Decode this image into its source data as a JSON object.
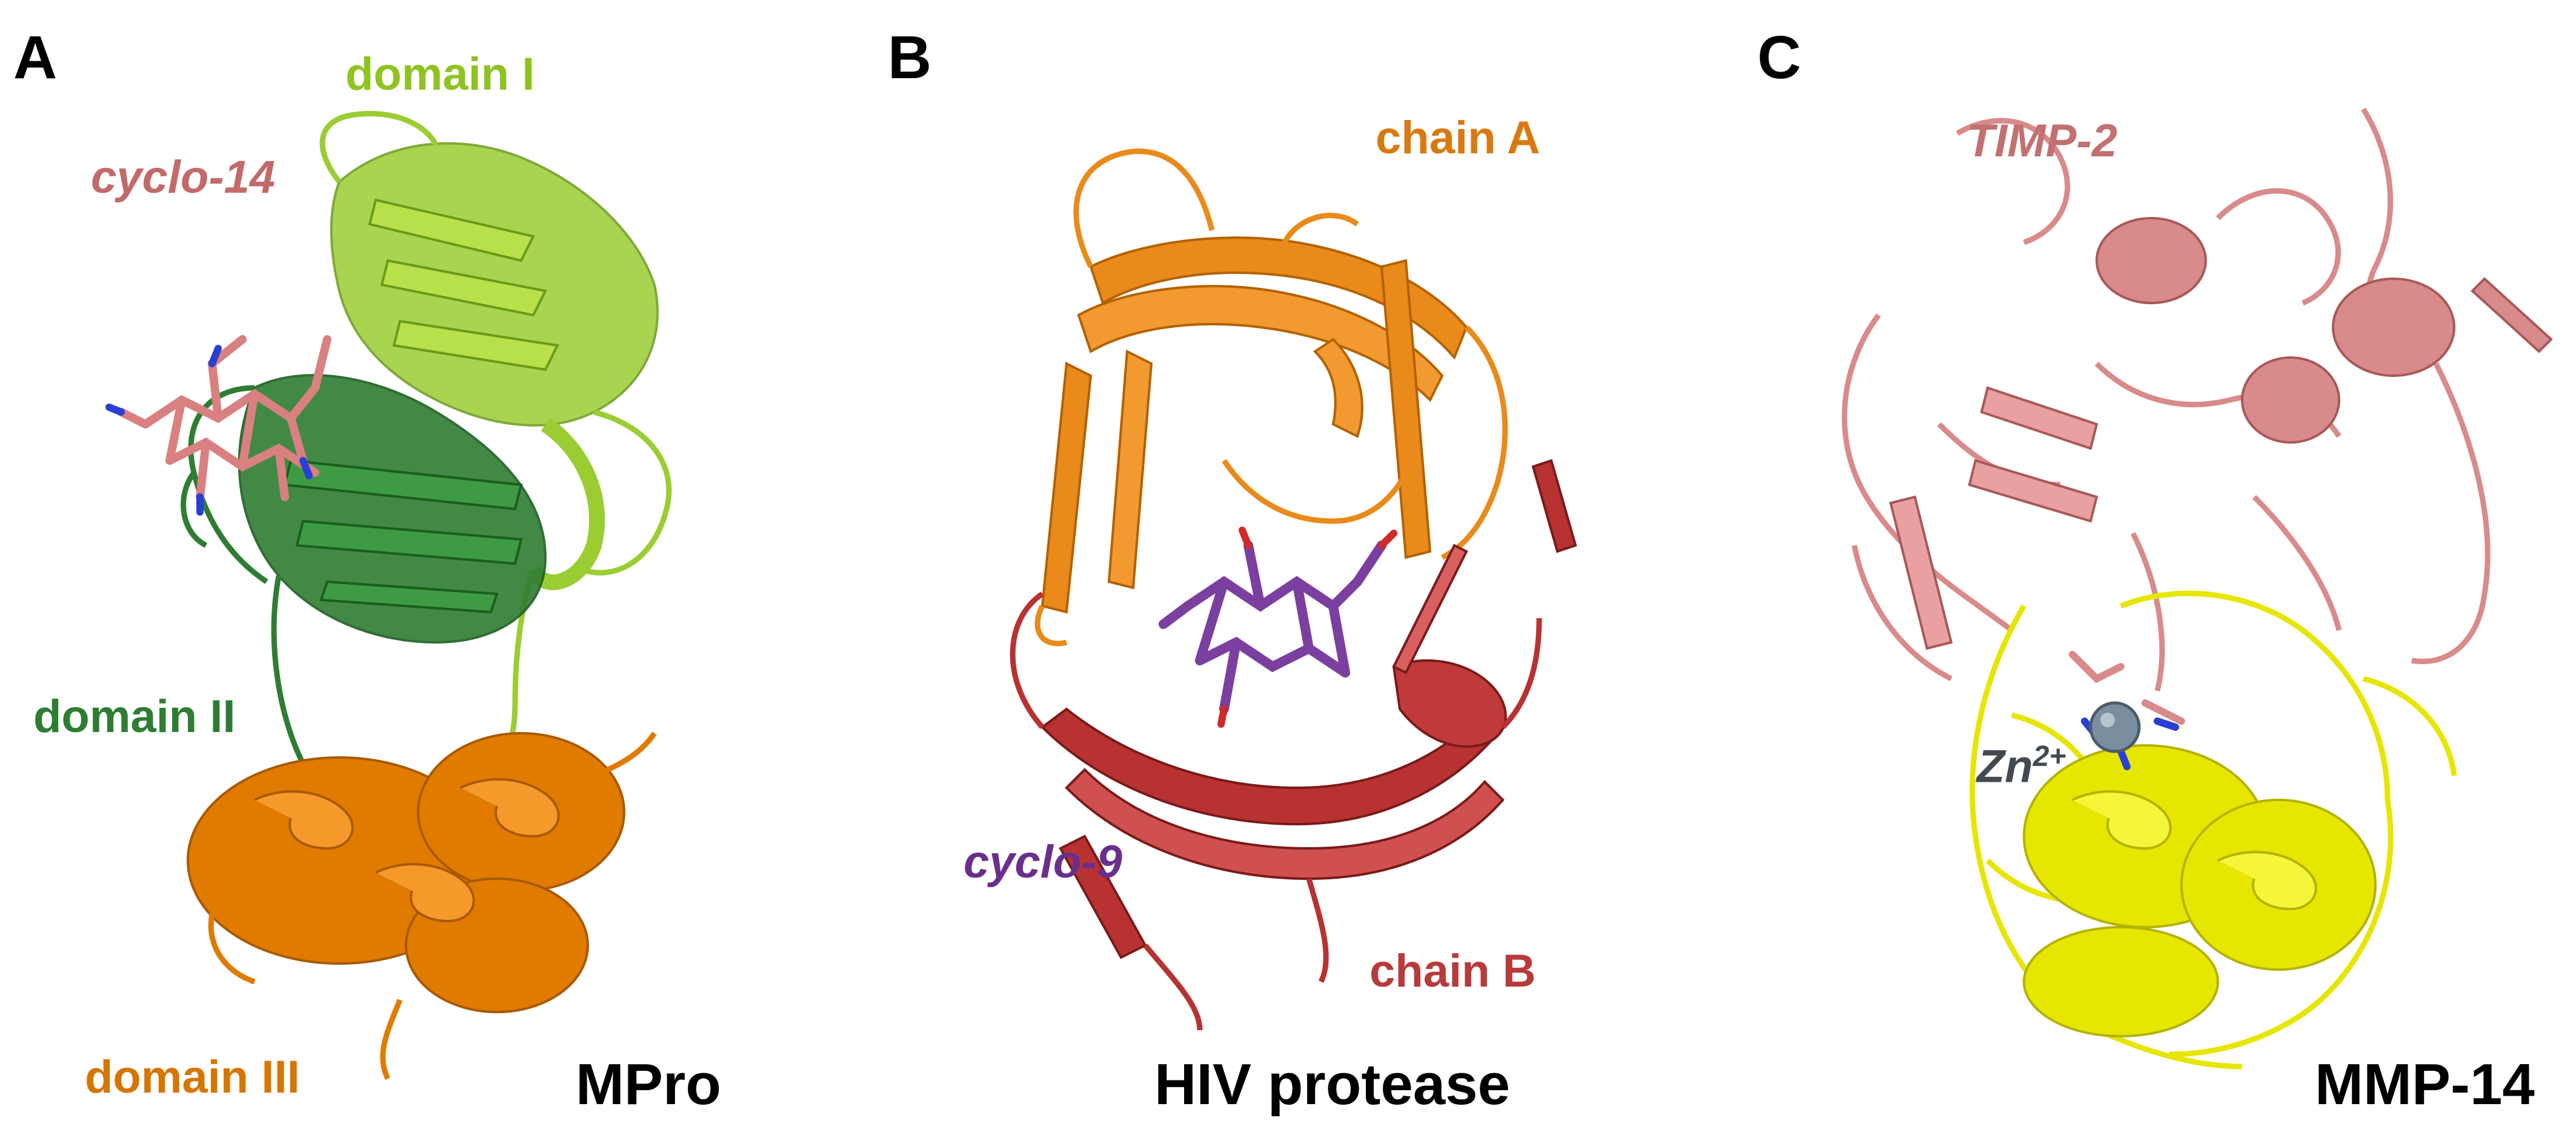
{
  "panels": [
    {
      "letter": "A",
      "title": "MPro",
      "labels": {
        "domain1": "domain I",
        "ligand": "cyclo-14",
        "domain2": "domain II",
        "domain3": "domain III"
      }
    },
    {
      "letter": "B",
      "title": "HIV protease",
      "labels": {
        "chainA": "chain A",
        "ligand": "cyclo-9",
        "chainB": "chain B"
      }
    },
    {
      "letter": "C",
      "title": "MMP-14",
      "labels": {
        "inhibitor": "TIMP-2",
        "ion_base": "Zn",
        "ion_charge": "2+"
      }
    }
  ],
  "colors": {
    "domain1": "#9acd32",
    "domain2": "#2e7d32",
    "domain3": "#e07b00",
    "ligand_a": "#d98080",
    "chainA": "#e98a1a",
    "chainB": "#b83232",
    "ligand_b": "#7b3fa0",
    "timp2": "#d98a8a",
    "mmp14": "#e6e600",
    "zinc": "#7a8ea0"
  }
}
